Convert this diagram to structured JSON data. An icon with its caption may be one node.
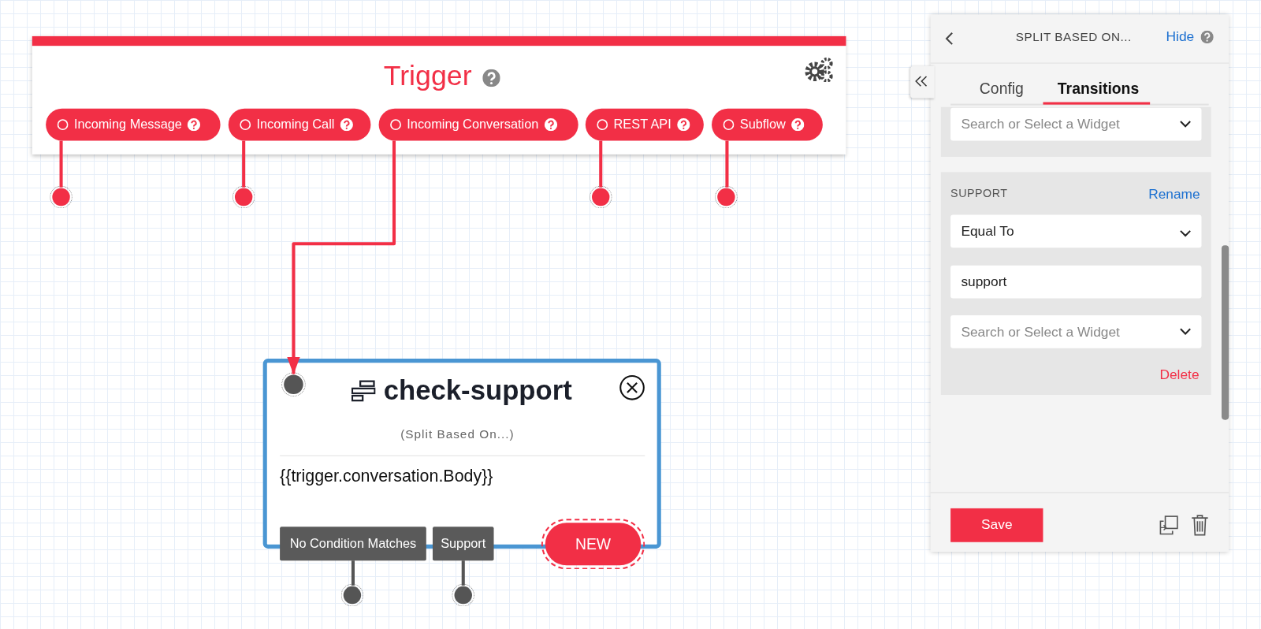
{
  "diagram": {
    "nodes": [
      {
        "text": [
          "Trigger"
        ]
      },
      {
        "text": [
          "Incoming Message"
        ],
        "in": 0
      },
      {
        "text": [
          "Incoming Call"
        ],
        "in": 0
      },
      {
        "text": [
          "Incoming Conversation"
        ],
        "in": 0
      },
      {
        "text": [
          "REST API"
        ],
        "in": 0
      },
      {
        "text": [
          "Subflow"
        ],
        "in": 0
      },
      {
        "text": [],
        "shape": "circle"
      },
      {
        "text": [],
        "shape": "circle"
      },
      {
        "text": [],
        "shape": "circle"
      },
      {
        "text": [],
        "shape": "circle"
      },
      {
        "text": [
          "check-support",
          "(Split Based On...)",
          "{{trigger.conversation.Body}}"
        ]
      },
      {
        "text": [],
        "shape": "circle",
        "in": 10
      },
      {
        "text": [
          "No Condition Matches"
        ]
      },
      {
        "text": [
          "Support"
        ]
      },
      {
        "text": [
          "NEW"
        ]
      },
      {
        "text": [],
        "shape": "circle"
      },
      {
        "text": [],
        "shape": "circle"
      }
    ],
    "edges": [
      {
        "from": 1,
        "to": 6,
        "arrow": "none"
      },
      {
        "from": 2,
        "to": 7,
        "arrow": "none"
      },
      {
        "from": 3,
        "to": 11,
        "arrow": "to"
      },
      {
        "from": 4,
        "to": 8,
        "arrow": "none"
      },
      {
        "from": 5,
        "to": 9,
        "arrow": "none"
      },
      {
        "from": 12,
        "to": 15,
        "arrow": "none",
        "color": "#555555"
      },
      {
        "from": 13,
        "to": 16,
        "arrow": "none",
        "color": "#555555"
      }
    ],
    "labels": [
      "SPLIT BASED ON...",
      "Hide",
      "Config",
      "Transitions",
      "Search or Select a Widget",
      "SUPPORT",
      "Rename",
      "Equal To",
      "support",
      "Search or Select a Widget",
      "Delete",
      "Save"
    ]
  }
}
